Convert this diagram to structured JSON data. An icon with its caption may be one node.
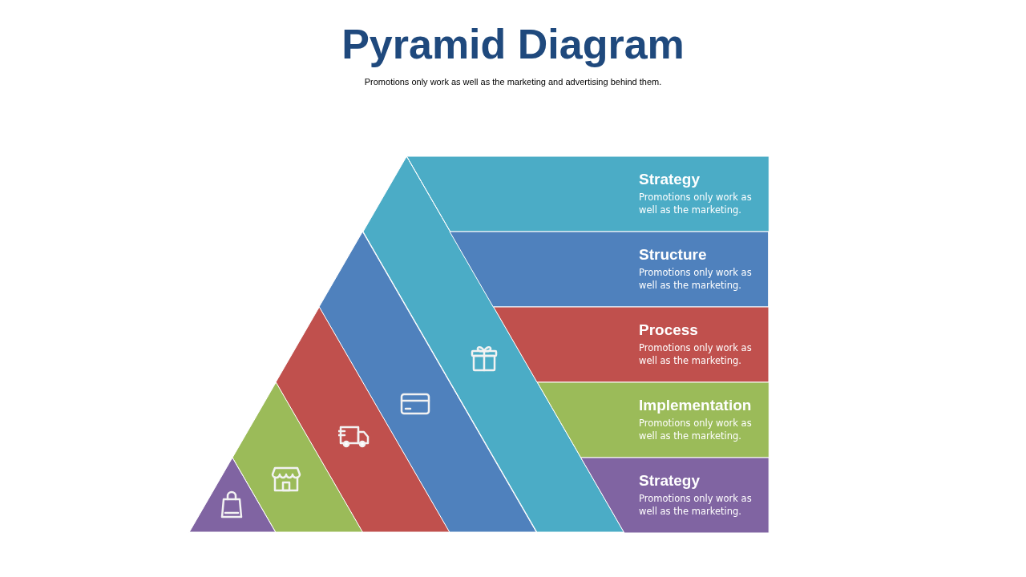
{
  "diagram": {
    "title": "Pyramid Diagram",
    "nodes": [
      {
        "text": [
          "Strategy",
          "Promotions only work as well as the marketing."
        ]
      },
      {
        "text": [
          "Structure",
          "Promotions only work as well as the marketing."
        ]
      },
      {
        "text": [
          "Process",
          "Promotions only work as well as the marketing."
        ]
      },
      {
        "text": [
          "Implementation",
          "Promotions only work as well as the marketing."
        ]
      },
      {
        "text": [
          "Strategy",
          "Promotions only work as well as the marketing."
        ]
      }
    ],
    "edges": [],
    "labels": [
      "Promotions only work as well as the marketing and advertising behind them."
    ]
  }
}
